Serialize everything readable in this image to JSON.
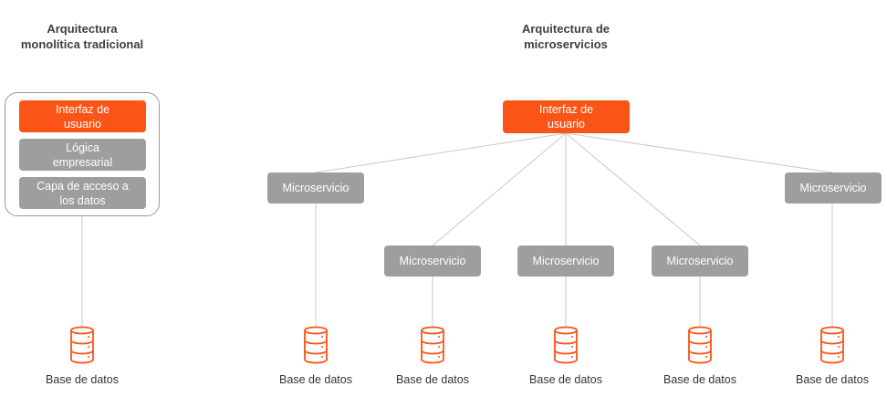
{
  "monolithic": {
    "title": "Arquitectura\nmonolítica tradicional",
    "layers": [
      "Interfaz de\nusuario",
      "Lógica\nempresarial",
      "Capa de acceso a\nlos datos"
    ],
    "database_label": "Base de datos"
  },
  "microservices": {
    "title": "Arquitectura de\nmicroservicios",
    "ui_label": "Interfaz de\nusuario",
    "services": [
      "Microservicio",
      "Microservicio",
      "Microservicio",
      "Microservicio",
      "Microservicio"
    ],
    "database_labels": [
      "Base de datos",
      "Base de datos",
      "Base de datos",
      "Base de datos",
      "Base de datos"
    ]
  },
  "colors": {
    "accent": "#fa5416",
    "service_gray": "#9e9e9e",
    "line": "#c8c8c8",
    "text": "#333333"
  },
  "icons": {
    "database": "database-icon"
  }
}
